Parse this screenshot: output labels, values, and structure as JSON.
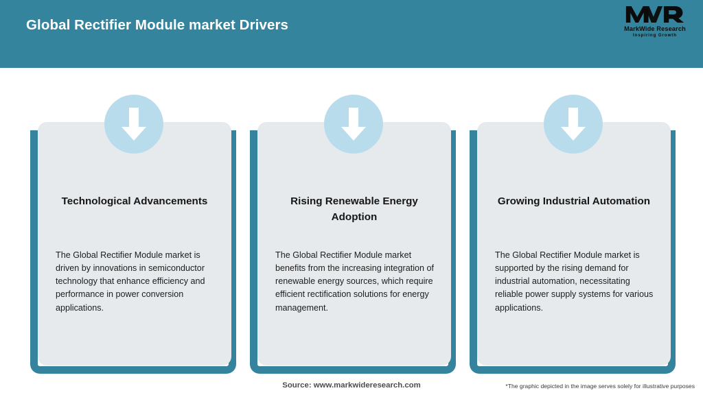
{
  "header": {
    "title": "Global Rectifier Module market Drivers",
    "band_color": "#34849e",
    "title_color": "#ffffff"
  },
  "logo": {
    "monogram": "MWR",
    "name": "MarkWide Research",
    "tagline": "Inspiring Growth"
  },
  "cards": [
    {
      "icon": "down-arrow-icon",
      "title": "Technological Advancements",
      "body": "The Global Rectifier Module market is driven by innovations in semiconductor technology that enhance efficiency and performance in power conversion applications."
    },
    {
      "icon": "down-arrow-icon",
      "title": "Rising Renewable Energy Adoption",
      "body": "The Global Rectifier Module market benefits from the increasing integration of renewable energy sources, which require efficient rectification solutions for energy management."
    },
    {
      "icon": "down-arrow-icon",
      "title": "Growing Industrial Automation",
      "body": "The Global Rectifier Module market is supported by the rising demand for industrial automation, necessitating reliable power supply systems for various applications."
    }
  ],
  "footer": {
    "source": "Source: www.markwideresearch.com",
    "disclaimer": "*The graphic depicted in the image serves solely for illustrative purposes"
  },
  "colors": {
    "teal": "#34849e",
    "card_bg": "#e7eaec",
    "icon_circle": "#b9dcec",
    "arrow": "#ffffff"
  }
}
